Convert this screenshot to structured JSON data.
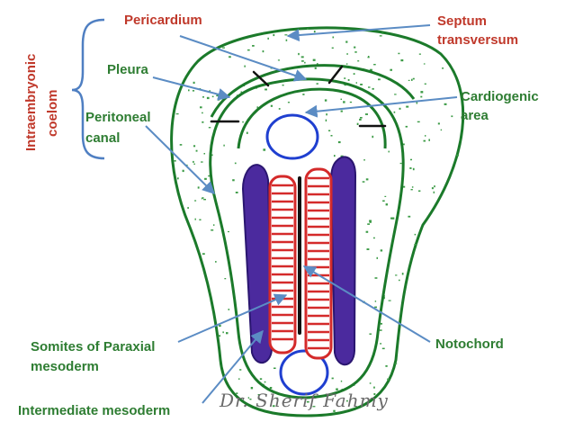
{
  "labels": {
    "pericardium": "Pericardium",
    "septum_1": "Septum",
    "septum_2": "transversum",
    "pleura": "Pleura",
    "cardiogenic_1": "Cardiogenic",
    "cardiogenic_2": "area",
    "peritoneal_1": "Peritoneal",
    "peritoneal_2": "canal",
    "intra_1": "Intraembryonic",
    "intra_2": "coelom",
    "somites_1": "Somites of Paraxial",
    "somites_2": "mesoderm",
    "notochord": "Notochord",
    "intermediate": "Intermediate mesoderm",
    "signature": "Dr. Sherif Fahmy"
  },
  "colors": {
    "label_red": "#c0392b",
    "label_green": "#2e7d32",
    "outline_green": "#1b7a2a",
    "dots_green": "#3c9b46",
    "arrow_blue": "#5b8cc4",
    "bracket_blue": "#4f7fc2",
    "vessel_blue": "#1f3fd0",
    "mesoderm_purple": "#4b2a9e",
    "somite_red": "#d42a2a"
  }
}
